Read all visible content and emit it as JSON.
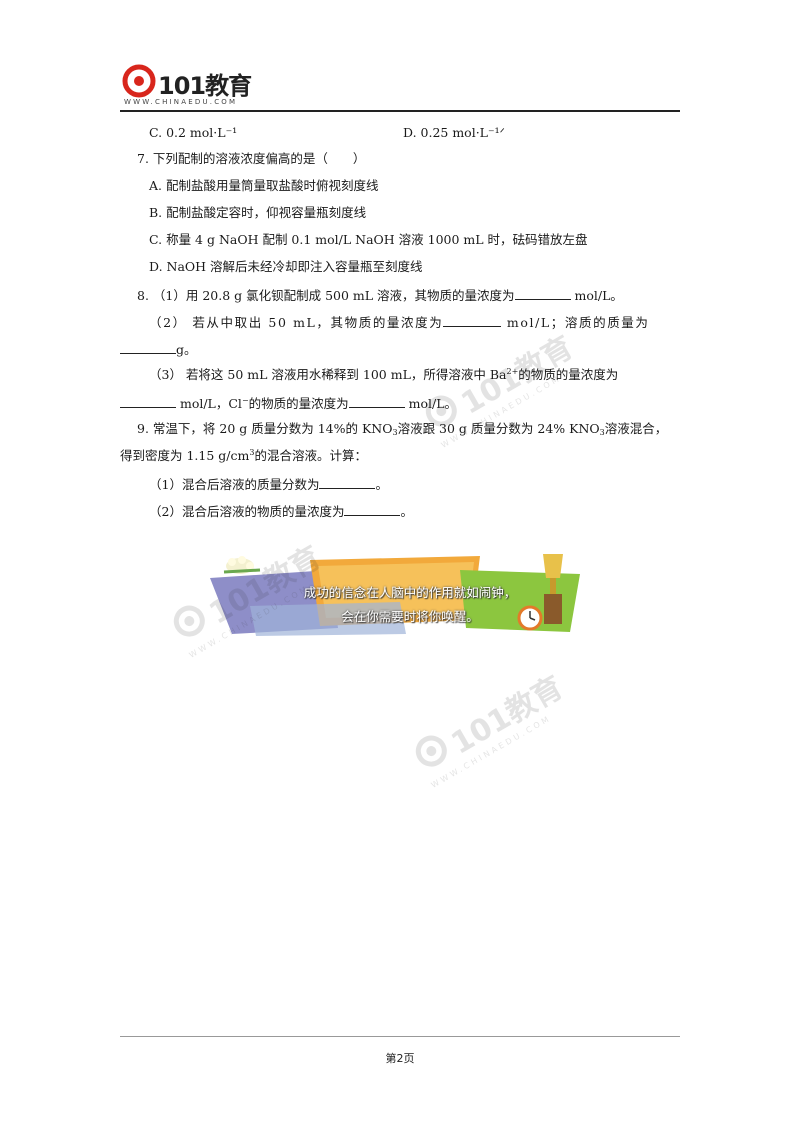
{
  "header": {
    "logo_text": "101教育",
    "logo_url": "WWW.CHINAEDU.COM"
  },
  "q6": {
    "optC": "C. 0.2 mol·L⁻¹",
    "optD": "D. 0.25 mol·L⁻¹ᐟ"
  },
  "q7": {
    "stem": "7. 下列配制的溶液浓度偏高的是（　　）",
    "optA": "A. 配制盐酸用量筒量取盐酸时俯视刻度线",
    "optB": "B. 配制盐酸定容时，仰视容量瓶刻度线",
    "optC": "C. 称量 4 g NaOH 配制 0.1 mol/L NaOH 溶液 1000 mL 时，砝码错放左盘",
    "optD": "D. NaOH 溶解后未经冷却即注入容量瓶至刻度线"
  },
  "q8": {
    "p1_pre": "8. （1）用 20.8 g 氯化钡配制成 500 mL 溶液，其物质的量浓度为",
    "p1_post": " mol/L。",
    "p2_pre": "（2） 若从中取出 50 mL，其物质的量浓度为",
    "p2_mid": " mol/L；溶质的质量为",
    "p2_post": "g。",
    "p3_pre": "（3） 若将这 50 mL 溶液用水稀释到 100 mL，所得溶液中 Ba",
    "p3_sup": "2+",
    "p3_post": "的物质的量浓度为",
    "p3b_mid": " mol/L，Cl",
    "p3b_sup": "−",
    "p3b_mid2": "的物质的量浓度为",
    "p3b_post": " mol/L。"
  },
  "q9": {
    "line1_a": "9. 常温下，将 20 g 质量分数为 14%的 KNO",
    "line1_sub1": "3",
    "line1_b": "溶液跟 30 g 质量分数为 24% KNO",
    "line1_sub2": "3",
    "line1_c": "溶液混合，",
    "line2_a": "得到密度为 1.15 g/cm",
    "line2_sup": "3",
    "line2_b": "的混合溶液。计算：",
    "p1_pre": "（1）混合后溶液的质量分数为",
    "p1_post": "。",
    "p2_pre": "（2）混合后溶液的物质的量浓度为",
    "p2_post": "。"
  },
  "banner": {
    "line1": "成功的信念在人脑中的作用就如闹钟，",
    "line2": "会在你需要时将你唤醒。"
  },
  "watermark_text": "101教育",
  "watermark_url": "WWW.CHINAEDU.COM",
  "footer": {
    "page_label": "第2页"
  },
  "colors": {
    "accent_red": "#d8261c",
    "banner_purple": "#8e8ec8",
    "banner_orange": "#f2a93b",
    "banner_green": "#8cc63f"
  }
}
